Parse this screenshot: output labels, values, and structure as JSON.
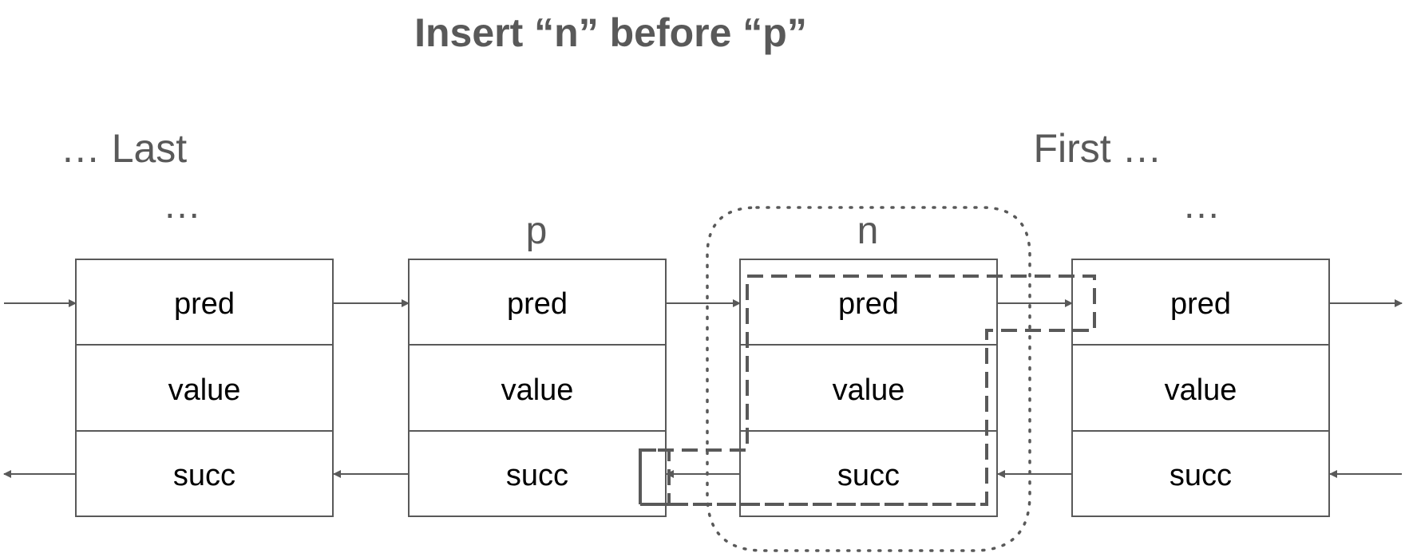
{
  "title": "Insert “n” before “p”",
  "left_label": "… Last",
  "right_label": "First …",
  "nodes": [
    {
      "label": "…",
      "fields": [
        "pred",
        "value",
        "succ"
      ]
    },
    {
      "label": "p",
      "fields": [
        "pred",
        "value",
        "succ"
      ]
    },
    {
      "label": "n",
      "fields": [
        "pred",
        "value",
        "succ"
      ]
    },
    {
      "label": "…",
      "fields": [
        "pred",
        "value",
        "succ"
      ]
    }
  ],
  "colors": {
    "ink": "#595959",
    "text": "#000000",
    "background": "#ffffff"
  }
}
